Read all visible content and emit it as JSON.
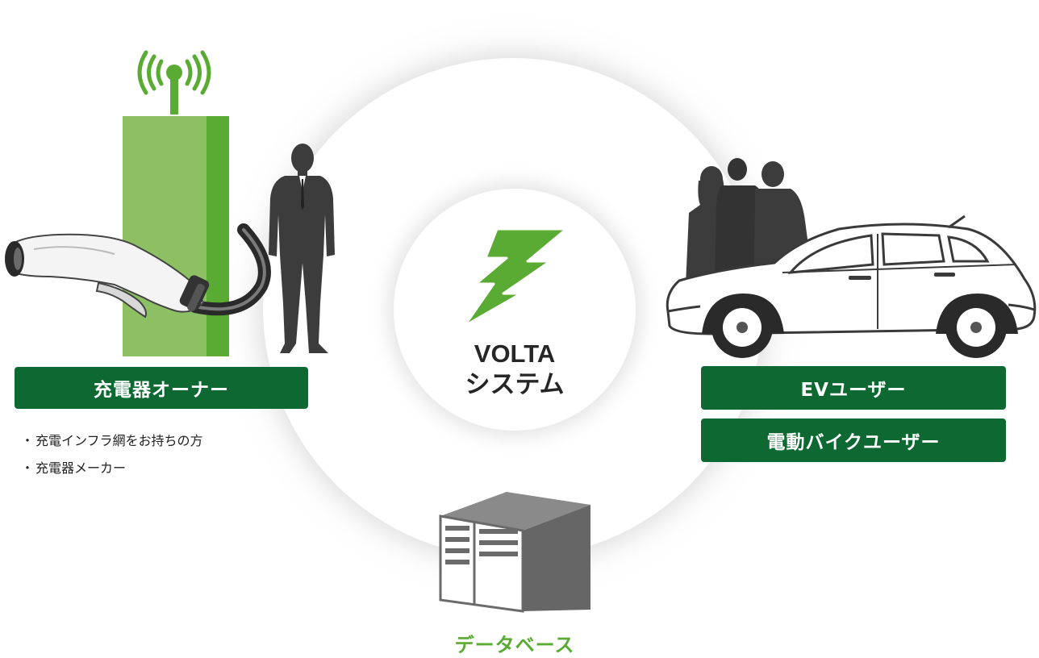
{
  "center": {
    "line1": "VOLTA",
    "line2": "システム"
  },
  "charger_owner": {
    "label": "充電器オーナー",
    "items": [
      "充電インフラ網をお持ちの方",
      "充電器メーカー"
    ]
  },
  "ev_user": {
    "label": "EVユーザー"
  },
  "bike_user": {
    "label": "電動バイクユーザー"
  },
  "database": {
    "label": "データベース"
  },
  "colors": {
    "label_bg": "#0e6832",
    "accent_green": "#5aab33",
    "light_green": "#8cc063",
    "silhouette": "#3c3c3c",
    "building": "#666666"
  },
  "icons": [
    "charging-station-icon",
    "signal-icon",
    "charger-plug-icon",
    "businessman-icon",
    "lightning-bolt-icon",
    "family-icon",
    "electric-car-icon",
    "database-server-icon"
  ]
}
